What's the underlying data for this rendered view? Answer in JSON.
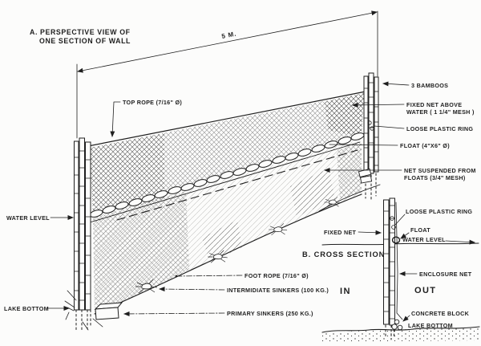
{
  "meta": {
    "ink_color": "#1f1f1f",
    "paper_color": "#fcfcfb"
  },
  "perspective": {
    "title1": "A. PERSPECTIVE VIEW OF",
    "title2": "ONE SECTION OF WALL",
    "dimension": "5 M.",
    "top_rope": "TOP ROPE (7/16\" Ø)",
    "bamboos": "3 BAMBOOS",
    "fixed_net1": "FIXED NET ABOVE",
    "fixed_net2": "WATER ( 1 1/4\" MESH )",
    "loose_ring": "LOOSE PLASTIC RING",
    "float": "FLOAT (4\"X6\" Ø)",
    "net_susp1": "NET SUSPENDED FROM",
    "net_susp2": "FLOATS (3/4\" MESH)",
    "water_level": "WATER LEVEL",
    "lake_bottom": "LAKE BOTTOM",
    "foot_rope": "FOOT ROPE (7/16\" Ø)",
    "intermediate_sinkers": "INTERMIDIATE SINKERS (100 KG.)",
    "primary_sinkers": "PRIMARY SINKERS (250 KG.)"
  },
  "cross_section": {
    "title": "B. CROSS SECTION",
    "loose_ring": "LOOSE PLASTIC RING",
    "fixed_net": "FIXED NET",
    "float": "FLOAT",
    "water_level": "WATER LEVEL",
    "enclosure_net": "ENCLOSURE NET",
    "zone_in": "IN",
    "zone_out": "OUT",
    "concrete_block": "CONCRETE BLOCK",
    "lake_bottom": "LAKE BOTTOM"
  }
}
